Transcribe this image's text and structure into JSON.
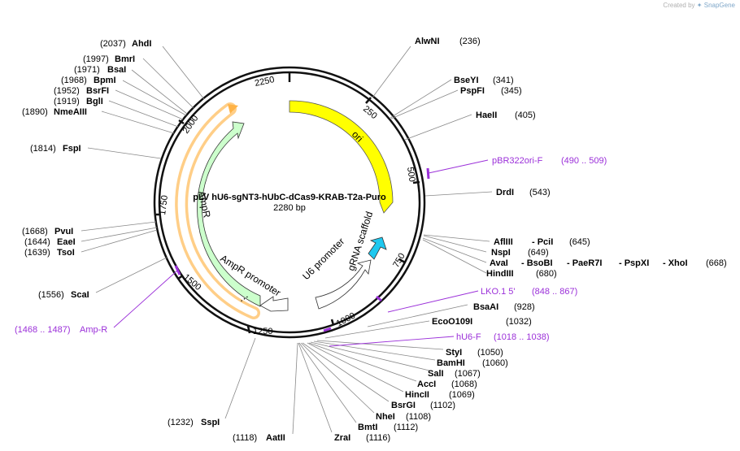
{
  "credit": {
    "prefix": "Created by",
    "brand": "SnapGene"
  },
  "plasmid": {
    "name": "pLV hU6-sgNT3-hUbC-dCas9-KRAB-T2a-Puro",
    "size": "2280 bp"
  },
  "ticks": [
    "250",
    "500",
    "750",
    "1000",
    "1250",
    "1500",
    "1750",
    "2000",
    "2250"
  ],
  "features": {
    "ori": "ori",
    "ampr": "AmpR",
    "ampr_promoter": "AmpR promoter",
    "u6_promoter": "U6 promoter",
    "grna_scaffold": "gRNA scaffold"
  },
  "enzymes": [
    {
      "name": "AhdI",
      "pos": "(2037)"
    },
    {
      "name": "BmrI",
      "pos": "(1997)"
    },
    {
      "name": "BsaI",
      "pos": "(1971)"
    },
    {
      "name": "BpmI",
      "pos": "(1968)"
    },
    {
      "name": "BsrFI",
      "pos": "(1952)"
    },
    {
      "name": "BglI",
      "pos": "(1919)"
    },
    {
      "name": "NmeAIII",
      "pos": "(1890)"
    },
    {
      "name": "FspI",
      "pos": "(1814)"
    },
    {
      "name": "PvuI",
      "pos": "(1668)"
    },
    {
      "name": "EaeI",
      "pos": "(1644)"
    },
    {
      "name": "TsoI",
      "pos": "(1639)"
    },
    {
      "name": "ScaI",
      "pos": "(1556)"
    },
    {
      "name": "SspI",
      "pos": "(1232)"
    },
    {
      "name": "AatII",
      "pos": "(1118)"
    },
    {
      "name": "AlwNI",
      "pos": "(236)"
    },
    {
      "name": "BseYI",
      "pos": "(341)"
    },
    {
      "name": "PspFI",
      "pos": "(345)"
    },
    {
      "name": "HaeII",
      "pos": "(405)"
    },
    {
      "name": "DrdI",
      "pos": "(543)"
    },
    {
      "name": "AflIII",
      "pos": ""
    },
    {
      "name": "- PciI",
      "pos": "(645)"
    },
    {
      "name": "NspI",
      "pos": "(649)"
    },
    {
      "name": "AvaI",
      "pos": ""
    },
    {
      "name": "- BsoBI",
      "pos": ""
    },
    {
      "name": "- PaeR7I",
      "pos": ""
    },
    {
      "name": "- PspXI",
      "pos": ""
    },
    {
      "name": "- XhoI",
      "pos": "(668)"
    },
    {
      "name": "HindIII",
      "pos": "(680)"
    },
    {
      "name": "BsaAI",
      "pos": "(928)"
    },
    {
      "name": "EcoO109I",
      "pos": "(1032)"
    },
    {
      "name": "StyI",
      "pos": "(1050)"
    },
    {
      "name": "BamHI",
      "pos": "(1060)"
    },
    {
      "name": "SalI",
      "pos": "(1067)"
    },
    {
      "name": "AccI",
      "pos": "(1068)"
    },
    {
      "name": "HincII",
      "pos": "(1069)"
    },
    {
      "name": "BsrGI",
      "pos": "(1102)"
    },
    {
      "name": "NheI",
      "pos": "(1108)"
    },
    {
      "name": "BmtI",
      "pos": "(1112)"
    },
    {
      "name": "ZraI",
      "pos": "(1116)"
    }
  ],
  "primers": [
    {
      "name": "pBR322ori-F",
      "range": "(490 .. 509)"
    },
    {
      "name": "LKO.1 5'",
      "range": "(848 .. 867)"
    },
    {
      "name": "hU6-F",
      "range": "(1018 .. 1038)"
    },
    {
      "name": "Amp-R",
      "range": "(1468 .. 1487)"
    }
  ],
  "colors": {
    "ori": "#ffff00",
    "ampr": "#ccffcc",
    "ampr_outline": "#ffb347",
    "grna": "#1ec8ef",
    "primer": "#9b30d9",
    "backbone": "#111111"
  }
}
